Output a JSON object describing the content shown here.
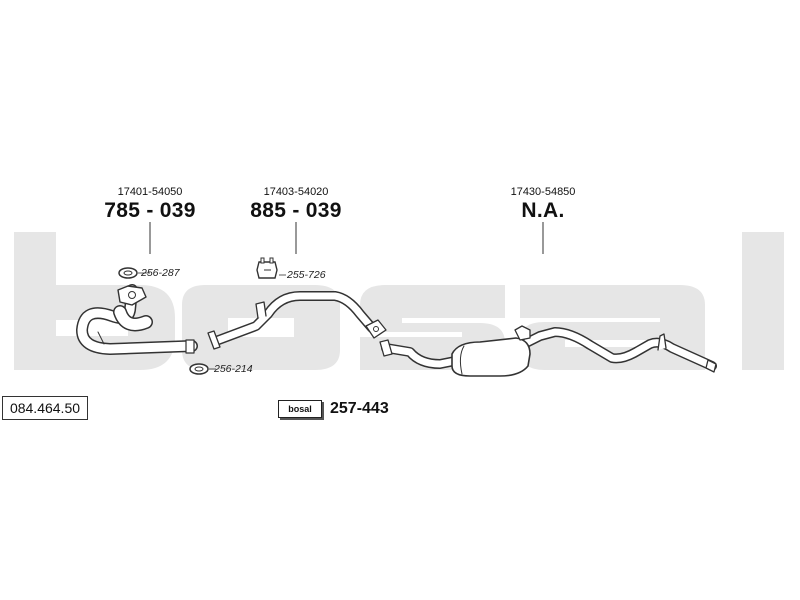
{
  "watermark": {
    "text": "bosal",
    "color": "#e6e6e6"
  },
  "diagram_number": "084.464.50",
  "sections": [
    {
      "oe_number": "17401-54050",
      "part_number": "785 - 039"
    },
    {
      "oe_number": "17403-54020",
      "part_number": "885 - 039"
    },
    {
      "oe_number": "17430-54850",
      "part_number": "N.A."
    }
  ],
  "references": {
    "gasket_front": "256-287",
    "clamp_hanger": "255-726",
    "gasket_lower": "256-214"
  },
  "kit": {
    "logo_text": "bosal",
    "number": "257-443"
  },
  "colors": {
    "line": "#333333",
    "pipe_fill": "#ffffff",
    "watermark": "#e6e6e6"
  }
}
